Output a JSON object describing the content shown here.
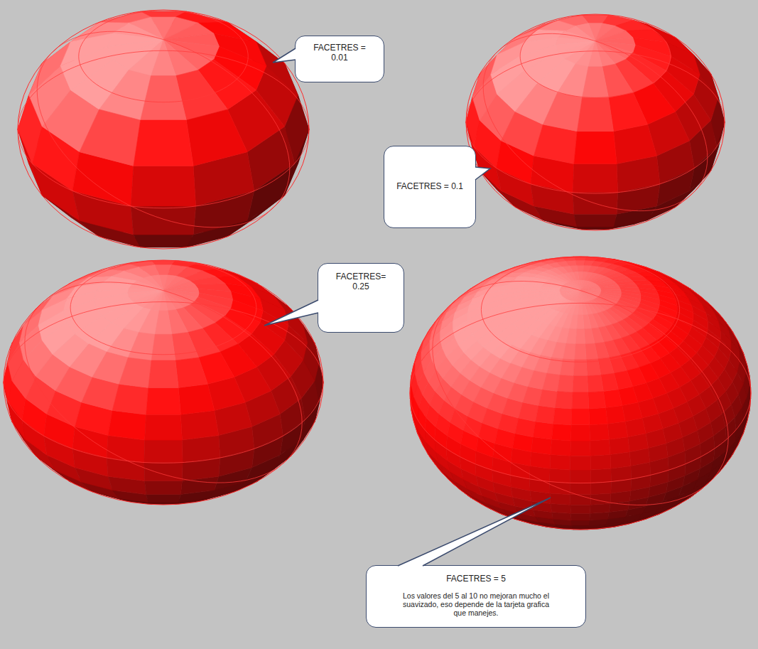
{
  "diagram": {
    "nodes": [
      {
        "text": [
          "FACETRES = 0.01"
        ]
      },
      {
        "text": [
          "FACETRES = 0.1"
        ]
      },
      {
        "text": [
          "FACETRES= 0.25"
        ]
      },
      {
        "text": [
          "FACETRES = 5",
          "Los valores del 5 al 10 no mejoran mucho el suavizado, eso depende de la tarjeta grafica que manejes."
        ]
      }
    ]
  }
}
